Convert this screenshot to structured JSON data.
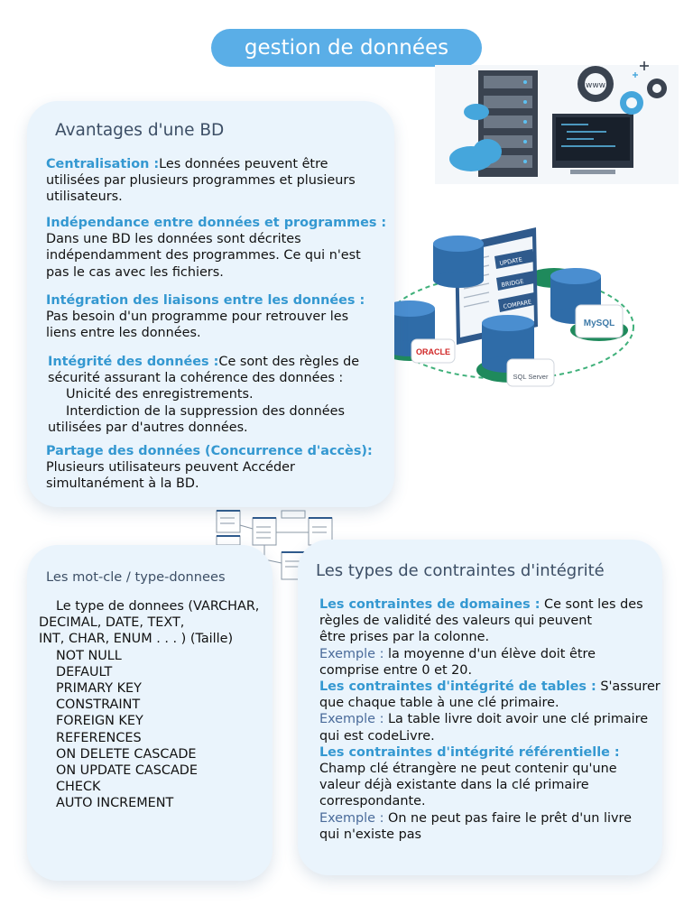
{
  "header": {
    "title": "gestion de données"
  },
  "avantages": {
    "heading": "Avantages d'une BD",
    "centralisation": {
      "label": "Centralisation :",
      "text": "Les données peuvent être",
      "l2": "utilisées par plusieurs programmes et plusieurs",
      "l3": "utilisateurs."
    },
    "independance": {
      "label": "Indépendance entre données et programmes :",
      "l1": "Dans une BD les données sont décrites",
      "l2": "indépendamment des programmes. Ce qui n'est",
      "l3": "pas le cas avec les fichiers."
    },
    "integration": {
      "label": "Intégration des liaisons entre les données :",
      "l1": "Pas besoin d'un programme pour retrouver les",
      "l2": "liens entre les données."
    },
    "integrite": {
      "label": "Intégrité des données :",
      "text": "Ce sont des règles de",
      "l2": "sécurité assurant la cohérence des données :",
      "l3": "Unicité des enregistrements.",
      "l4": "Interdiction de la suppression des données",
      "l5": "utilisées par d'autres données."
    },
    "partage": {
      "label": "Partage des données (Concurrence d'accès):",
      "l1": "Plusieurs utilisateurs peuvent Accéder",
      "l2": "simultanément à la BD."
    }
  },
  "keywords": {
    "heading": "Les mot-cle / type-donnees",
    "intro1": "Le type de donnees (VARCHAR,",
    "intro2": "DECIMAL, DATE, TEXT,",
    "intro3": "INT, CHAR, ENUM . . . ) (Taille)",
    "items": [
      "NOT NULL",
      "DEFAULT",
      "PRIMARY KEY",
      "CONSTRAINT",
      "FOREIGN KEY",
      "REFERENCES",
      "ON DELETE CASCADE",
      "ON UPDATE CASCADE",
      "CHECK",
      "AUTO INCREMENT"
    ]
  },
  "contraintes": {
    "heading": "Les types de contraintes d'intégrité",
    "domaines": {
      "label": "Les contraintes de domaines :",
      "text": " Ce sont les des",
      "l2": "règles de validité des valeurs qui peuvent",
      "l3": "être prises par la colonne."
    },
    "ex1": {
      "label": "Exemple :",
      "text": " la moyenne d'un élève doit être",
      "l2": "comprise entre 0 et 20."
    },
    "tables": {
      "label": "Les contraintes d'intégrité de tables :",
      "text": " S'assurer",
      "l2": "que chaque table à une clé primaire."
    },
    "ex2": {
      "label": "Exemple :",
      "text": " La table livre doit avoir une clé primaire",
      "l2": "qui est codeLivre."
    },
    "referentielle": {
      "label": "Les contraintes d'intégrité référentielle :",
      "l1": "Champ clé étrangère ne peut contenir qu'une",
      "l2": "valeur déjà existante dans la clé primaire",
      "l3": "correspondante."
    },
    "ex3": {
      "label": "Exemple :",
      "text": " On ne peut pas faire le prêt d'un livre",
      "l2": "qui n'existe pas"
    }
  },
  "illustrations": {
    "server_icon_text": "www",
    "db_window_buttons": [
      "UPDATE",
      "BRIDGE",
      "COMPARE"
    ],
    "db_badges": [
      "ORACLE",
      "MySQL",
      "SQL Server"
    ]
  },
  "colors": {
    "accent": "#5aaee7",
    "keyword": "#3498d1",
    "card_bg": "#eaf4fc",
    "heading": "#3d4f66"
  }
}
